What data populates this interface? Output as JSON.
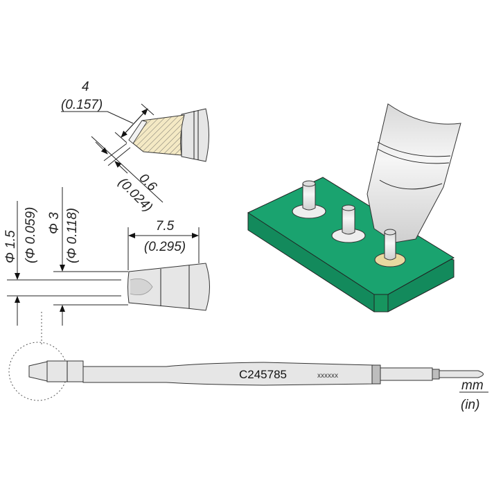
{
  "drawing": {
    "part_number": "C245785",
    "serial_placeholder": "xxxxxx",
    "units": {
      "primary": "mm",
      "secondary": "(in)"
    },
    "dimensions": {
      "bevel_length": {
        "mm": "4",
        "in": "(0.157)"
      },
      "tip_thickness": {
        "mm": "0.6",
        "in": "(0.024)"
      },
      "inner_diameter": {
        "mm": "Φ 1.5",
        "in": "(Φ 0.059)"
      },
      "outer_diameter": {
        "mm": "Φ 3",
        "in": "(Φ 0.118)"
      },
      "tip_length": {
        "mm": "7.5",
        "in": "(0.295)"
      }
    },
    "colors": {
      "pcb_green": "#1aa36f",
      "hatch_fill": "#f4e9c4",
      "pad": "#e8d9a0"
    }
  }
}
